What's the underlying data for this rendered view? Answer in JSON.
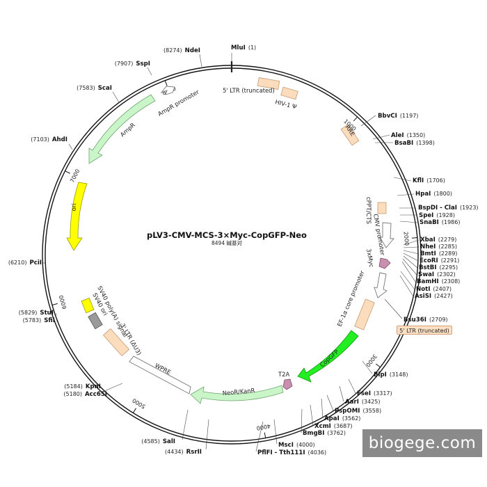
{
  "plasmid": {
    "name": "pLV3-CMV-MCS-3×Myc-CopGFP-Neo",
    "size_text": "8494 碱基对",
    "length": 8494
  },
  "colors": {
    "ltr": "#fbdcbd",
    "ltr_stroke": "#c89a74",
    "ampr": "#c9f5c9",
    "ampr_stroke": "#6ea66e",
    "ori": "#ffff00",
    "ori_stroke": "#9a9a00",
    "copgfp": "#22ee22",
    "copgfp_stroke": "#119911",
    "promoter": "#ffffff",
    "promoter_stroke": "#777777",
    "myc": "#c98fae",
    "myc_stroke": "#7d4d67",
    "sv40": "#ffff00",
    "polya": "#9a9a9a",
    "watermark_bg": "#8a8a8a"
  },
  "ticks": [
    {
      "pos": 1000,
      "label": "1000"
    },
    {
      "pos": 2000,
      "label": "2000"
    },
    {
      "pos": 3000,
      "label": "3000"
    },
    {
      "pos": 4000,
      "label": "4000"
    },
    {
      "pos": 5000,
      "label": "5000"
    },
    {
      "pos": 6000,
      "label": "6000"
    },
    {
      "pos": 7000,
      "label": "7000"
    },
    {
      "pos": 8000,
      "label": "8000"
    }
  ],
  "sites": [
    {
      "name": "MluI",
      "pos": "(1)",
      "side": "right"
    },
    {
      "name": "NdeI",
      "pos": "(8274)",
      "side": "left"
    },
    {
      "name": "SspI",
      "pos": "(7907)",
      "side": "left"
    },
    {
      "name": "ScaI",
      "pos": "(7583)",
      "side": "left"
    },
    {
      "name": "AhdI",
      "pos": "(7103)",
      "side": "left"
    },
    {
      "name": "PciI",
      "pos": "(6210)",
      "side": "left"
    },
    {
      "name": "StuI",
      "pos": "(5829)",
      "side": "left"
    },
    {
      "name": "SfiI",
      "pos": "(5783)",
      "side": "left"
    },
    {
      "name": "KpnI",
      "pos": "(5184)",
      "side": "left"
    },
    {
      "name": "Acc65I",
      "pos": "(5180)",
      "side": "left"
    },
    {
      "name": "SalI",
      "pos": "(4585)",
      "side": "left"
    },
    {
      "name": "RsrII",
      "pos": "(4434)",
      "side": "left"
    },
    {
      "name": "BbvCI",
      "pos": "(1197)",
      "side": "right"
    },
    {
      "name": "AleI",
      "pos": "(1350)",
      "side": "right"
    },
    {
      "name": "BsaBI",
      "pos": "(1398)",
      "side": "right"
    },
    {
      "name": "KflI",
      "pos": "(1706)",
      "side": "right"
    },
    {
      "name": "HpaI",
      "pos": "(1800)",
      "side": "right"
    },
    {
      "name": "BspDI - ClaI",
      "pos": "(1923)",
      "side": "right"
    },
    {
      "name": "SpeI",
      "pos": "(1928)",
      "side": "right"
    },
    {
      "name": "SnaBI",
      "pos": "(1986)",
      "side": "right"
    },
    {
      "name": "XbaI",
      "pos": "(2279)",
      "side": "right"
    },
    {
      "name": "NheI",
      "pos": "(2285)",
      "side": "right"
    },
    {
      "name": "BmtI",
      "pos": "(2289)",
      "side": "right"
    },
    {
      "name": "EcoRI",
      "pos": "(2291)",
      "side": "right"
    },
    {
      "name": "BstBI",
      "pos": "(2295)",
      "side": "right"
    },
    {
      "name": "SwaI",
      "pos": "(2302)",
      "side": "right"
    },
    {
      "name": "BamHI",
      "pos": "(2308)",
      "side": "right"
    },
    {
      "name": "NotI",
      "pos": "(2407)",
      "side": "right"
    },
    {
      "name": "AsiSI",
      "pos": "(2427)",
      "side": "right"
    },
    {
      "name": "Bsu36I",
      "pos": "(2709)",
      "side": "right"
    },
    {
      "name": "BlpI",
      "pos": "(3148)",
      "side": "right"
    },
    {
      "name": "FseI",
      "pos": "(3317)",
      "side": "right"
    },
    {
      "name": "AarI",
      "pos": "(3425)",
      "side": "right"
    },
    {
      "name": "PspOMI",
      "pos": "(3558)",
      "side": "right"
    },
    {
      "name": "ApaI",
      "pos": "(3562)",
      "side": "right"
    },
    {
      "name": "XcmI",
      "pos": "(3687)",
      "side": "right"
    },
    {
      "name": "BmgBI",
      "pos": "(3762)",
      "side": "right"
    },
    {
      "name": "MscI",
      "pos": "(4000)",
      "side": "right"
    },
    {
      "name": "PflFI - Tth111I",
      "pos": "(4036)",
      "side": "right"
    }
  ],
  "features": {
    "ltr5": "5' LTR (truncated)",
    "hiv_psi": "HIV-1 Ψ",
    "rre": "RRE",
    "cppt": "cPPT/CTS",
    "cmv": "CMV promoter",
    "myc": "3xMyc",
    "ef1a": "EF-1α core promoter",
    "copgfp": "CopGFP",
    "t2a": "T2A",
    "neor": "NeoR/KanR",
    "wpre": "WPRE",
    "ltr3": "3' LTR (ΔU3)",
    "sv40_polya": "SV40 poly(A) signal",
    "sv40_ori": "SV40 ori",
    "ori": "ori",
    "ampr": "AmpR",
    "ampr_promoter": "AmpR promoter",
    "ltr5b": "5' LTR (truncated)"
  },
  "watermark": "biogege.com"
}
